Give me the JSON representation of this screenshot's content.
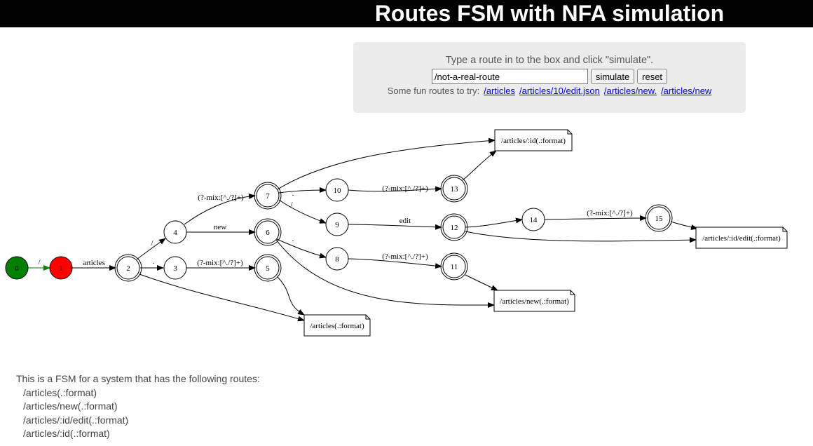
{
  "header": {
    "title": "Routes FSM with NFA simulation"
  },
  "simulator": {
    "instructions": "Type a route in to the box and click \"simulate\".",
    "input_value": "/not-a-real-route",
    "simulate_label": "simulate",
    "reset_label": "reset",
    "fun_routes_label": "Some fun routes to try:",
    "fun_routes": [
      "/articles",
      "/articles/10/edit.json",
      "/articles/new.",
      "/articles/new"
    ]
  },
  "fsm": {
    "colors": {
      "start_state": "#008000",
      "active_state": "#ff0000",
      "active_edge": "#008000"
    },
    "states": [
      {
        "id": "0",
        "label": "0",
        "accepting": false,
        "fill": "#008000"
      },
      {
        "id": "1",
        "label": "1",
        "accepting": false,
        "fill": "#ff0000"
      },
      {
        "id": "2",
        "label": "2",
        "accepting": true
      },
      {
        "id": "3",
        "label": "3",
        "accepting": false
      },
      {
        "id": "4",
        "label": "4",
        "accepting": false
      },
      {
        "id": "5",
        "label": "5",
        "accepting": true
      },
      {
        "id": "6",
        "label": "6",
        "accepting": true
      },
      {
        "id": "7",
        "label": "7",
        "accepting": true
      },
      {
        "id": "8",
        "label": "8",
        "accepting": false
      },
      {
        "id": "9",
        "label": "9",
        "accepting": false
      },
      {
        "id": "10",
        "label": "10",
        "accepting": false
      },
      {
        "id": "11",
        "label": "11",
        "accepting": true
      },
      {
        "id": "12",
        "label": "12",
        "accepting": true
      },
      {
        "id": "13",
        "label": "13",
        "accepting": true
      },
      {
        "id": "14",
        "label": "14",
        "accepting": false
      },
      {
        "id": "15",
        "label": "15",
        "accepting": true
      }
    ],
    "route_notes": [
      {
        "id": "articles-format",
        "label": "/articles(.:format)"
      },
      {
        "id": "articles-new-format",
        "label": "/articles/new(.:format)"
      },
      {
        "id": "articles-id-edit-format",
        "label": "/articles/:id/edit(.:format)"
      },
      {
        "id": "articles-id-format",
        "label": "/articles/:id(.:format)"
      }
    ],
    "transitions": [
      {
        "from": "0",
        "to": "1",
        "label": "/",
        "active": true
      },
      {
        "from": "1",
        "to": "2",
        "label": "articles"
      },
      {
        "from": "2",
        "to": "3",
        "label": "."
      },
      {
        "from": "2",
        "to": "4",
        "label": "/"
      },
      {
        "from": "2",
        "to": "articles-format",
        "label": ""
      },
      {
        "from": "3",
        "to": "5",
        "label": "(?-mix:[^./?]+)"
      },
      {
        "from": "4",
        "to": "6",
        "label": "new"
      },
      {
        "from": "4",
        "to": "7",
        "label": "(?-mix:[^./?]+)"
      },
      {
        "from": "5",
        "to": "articles-format",
        "label": ""
      },
      {
        "from": "6",
        "to": "8",
        "label": "."
      },
      {
        "from": "6",
        "to": "articles-new-format",
        "label": ""
      },
      {
        "from": "7",
        "to": "10",
        "label": "."
      },
      {
        "from": "7",
        "to": "9",
        "label": "/"
      },
      {
        "from": "7",
        "to": "articles-id-format",
        "label": ""
      },
      {
        "from": "8",
        "to": "11",
        "label": "(?-mix:[^./?]+)"
      },
      {
        "from": "9",
        "to": "12",
        "label": "edit"
      },
      {
        "from": "10",
        "to": "13",
        "label": "(?-mix:[^./?]+)"
      },
      {
        "from": "11",
        "to": "articles-new-format",
        "label": ""
      },
      {
        "from": "12",
        "to": "14",
        "label": "."
      },
      {
        "from": "12",
        "to": "articles-id-edit-format",
        "label": ""
      },
      {
        "from": "13",
        "to": "articles-id-format",
        "label": ""
      },
      {
        "from": "14",
        "to": "15",
        "label": "(?-mix:[^./?]+)"
      },
      {
        "from": "15",
        "to": "articles-id-edit-format",
        "label": ""
      }
    ]
  },
  "description": {
    "intro": "This is a FSM for a system that has the following routes:",
    "routes": [
      "/articles(.:format)",
      "/articles/new(.:format)",
      "/articles/:id/edit(.:format)",
      "/articles/:id(.:format)"
    ]
  }
}
